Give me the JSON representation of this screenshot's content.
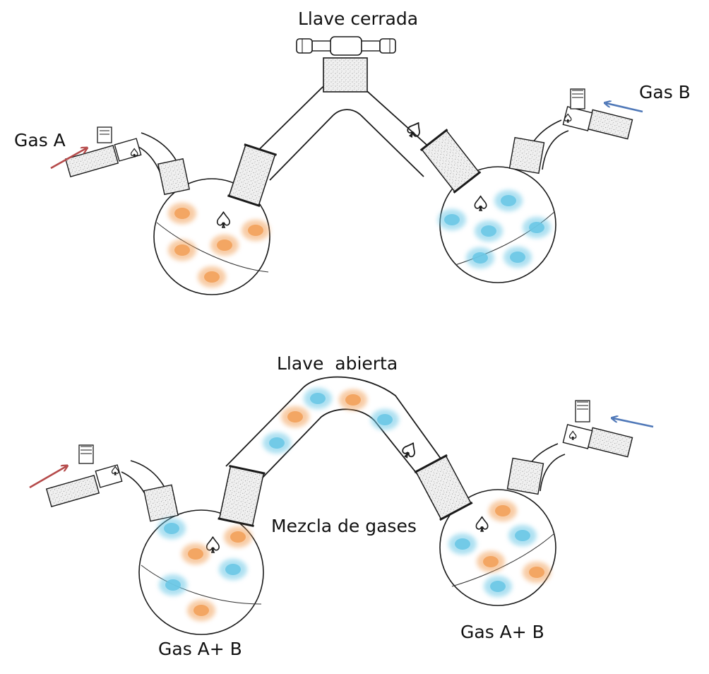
{
  "labels": {
    "closed_valve": "Llave cerrada",
    "gas_a": "Gas A",
    "gas_b": "Gas B",
    "open_valve": "Llave  abierta",
    "mixture": "Mezcla de gases",
    "mix_left": "Gas A+ B",
    "mix_right": "Gas A+ B"
  },
  "colors": {
    "gas_a": "#f2a25c",
    "gas_b": "#6cc8e6",
    "arrow_a": "#b54a4a",
    "arrow_b": "#4f78b8",
    "outline": "#1a1a1a",
    "ground_glass": "#f0f0f0"
  },
  "icons": {
    "stopcock_mark": "spade-icon"
  }
}
